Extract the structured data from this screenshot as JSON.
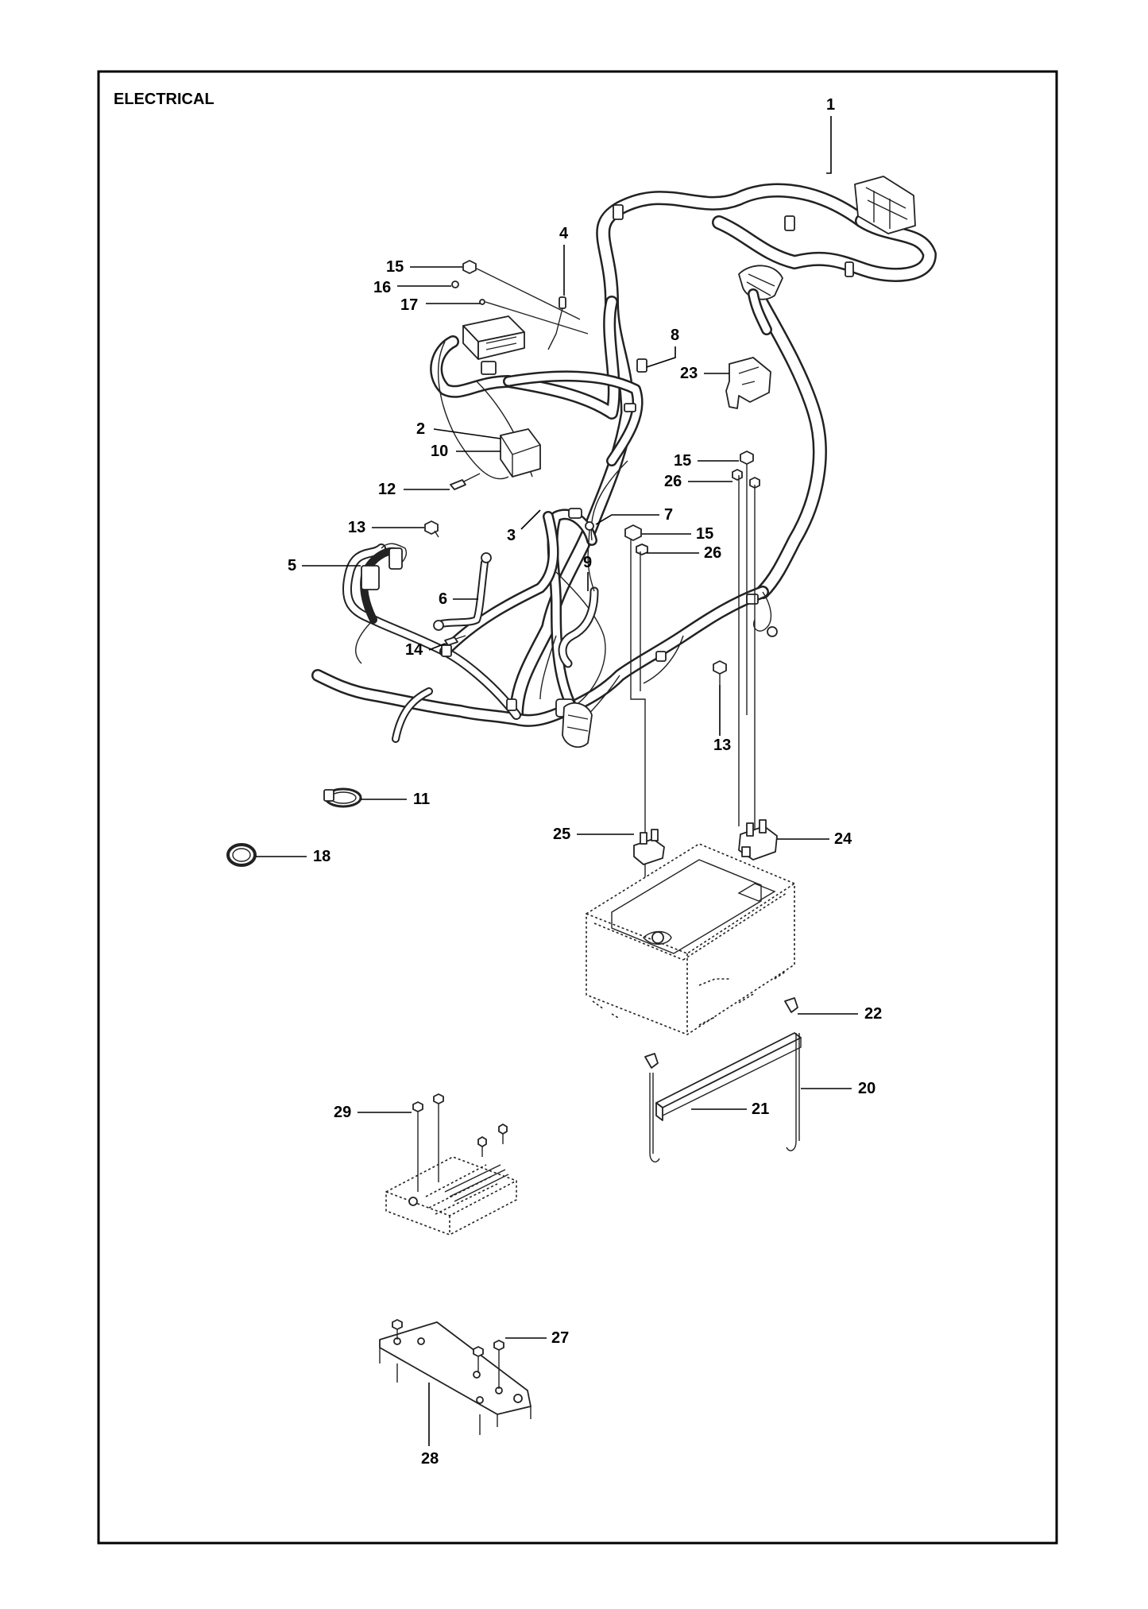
{
  "title": "ELECTRICAL",
  "callouts": [
    "1",
    "2",
    "3",
    "4",
    "5",
    "6",
    "7",
    "8",
    "9",
    "10",
    "11",
    "12",
    "13",
    "13",
    "14",
    "15",
    "15",
    "15",
    "16",
    "17",
    "18",
    "20",
    "21",
    "22",
    "23",
    "24",
    "25",
    "26",
    "26",
    "27",
    "28",
    "29"
  ],
  "colors": {
    "line": "#000000",
    "background": "#ffffff"
  }
}
